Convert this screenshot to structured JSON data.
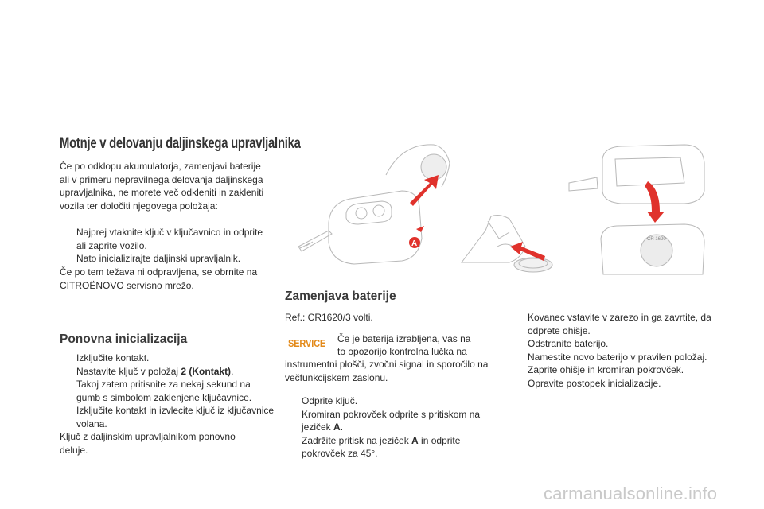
{
  "left": {
    "title1": "Motnje v delovanju daljinskega upravljalnika",
    "intro": "Če po odklopu akumulatorja, zamenjavi baterije ali v primeru nepravilnega delovanja daljinskega upravljalnika, ne morete več odkleniti in zakleniti vozila ter določiti njegovega položaja:",
    "bullets1": [
      "Najprej vtaknite ključ v ključavnico in odprite ali zaprite vozilo.",
      "Nato inicializirajte daljinski upravljalnik."
    ],
    "note1": "Če po tem težava ni odpravljena, se obrnite na CITROËNOVO servisno mrežo.",
    "title2": "Ponovna inicializacija",
    "bullets2": [
      "Izključite kontakt.",
      "Nastavite ključ v položaj ",
      "Takoj zatem pritisnite za nekaj sekund na gumb s simbolom zaklenjene ključavnice.",
      "Izključite kontakt in izvlecite ključ iz ključavnice volana."
    ],
    "bullet2_bold": "2 (Kontakt)",
    "bullet2_end": ".",
    "note2": "Ključ z daljinskim upravljalnikom ponovno deluje."
  },
  "middle": {
    "title": "Zamenjava baterije",
    "ref": "Ref.: CR1620/3 volti.",
    "service_label": "SERVICE",
    "service_text_1": "Če je baterija izrabljena, vas na",
    "service_text_2": "to opozorijo kontrolna lučka na",
    "service_text_3": "instrumentni plošči, zvočni signal in sporočilo na večfunkcijskem zaslonu.",
    "step1": "Odprite ključ.",
    "step2_pre": "Kromiran pokrovček odprite s pritiskom na jeziček ",
    "step2_bold": "A",
    "step2_end": ".",
    "step3_pre": "Zadržite pritisk na jeziček ",
    "step3_bold": "A",
    "step3_end": " in odprite pokrovček za 45°."
  },
  "right": {
    "steps": [
      "Kovanec vstavite v zarezo in ga zavrtite, da odprete ohišje.",
      "Odstranite baterijo.",
      "Namestite novo baterijo v pravilen položaj.",
      "Zaprite ohišje in kromiran pokrovček.",
      "Opravite postopek inicializacije."
    ]
  },
  "figure": {
    "label_a": "A",
    "battery_label": "CR 1620"
  },
  "bullet_glyph": "",
  "watermark": "carmanualsonline.info",
  "colors": {
    "accent_red": "#e0322c",
    "service_orange": "#e38a1a",
    "watermark": "#c9c9c9"
  }
}
